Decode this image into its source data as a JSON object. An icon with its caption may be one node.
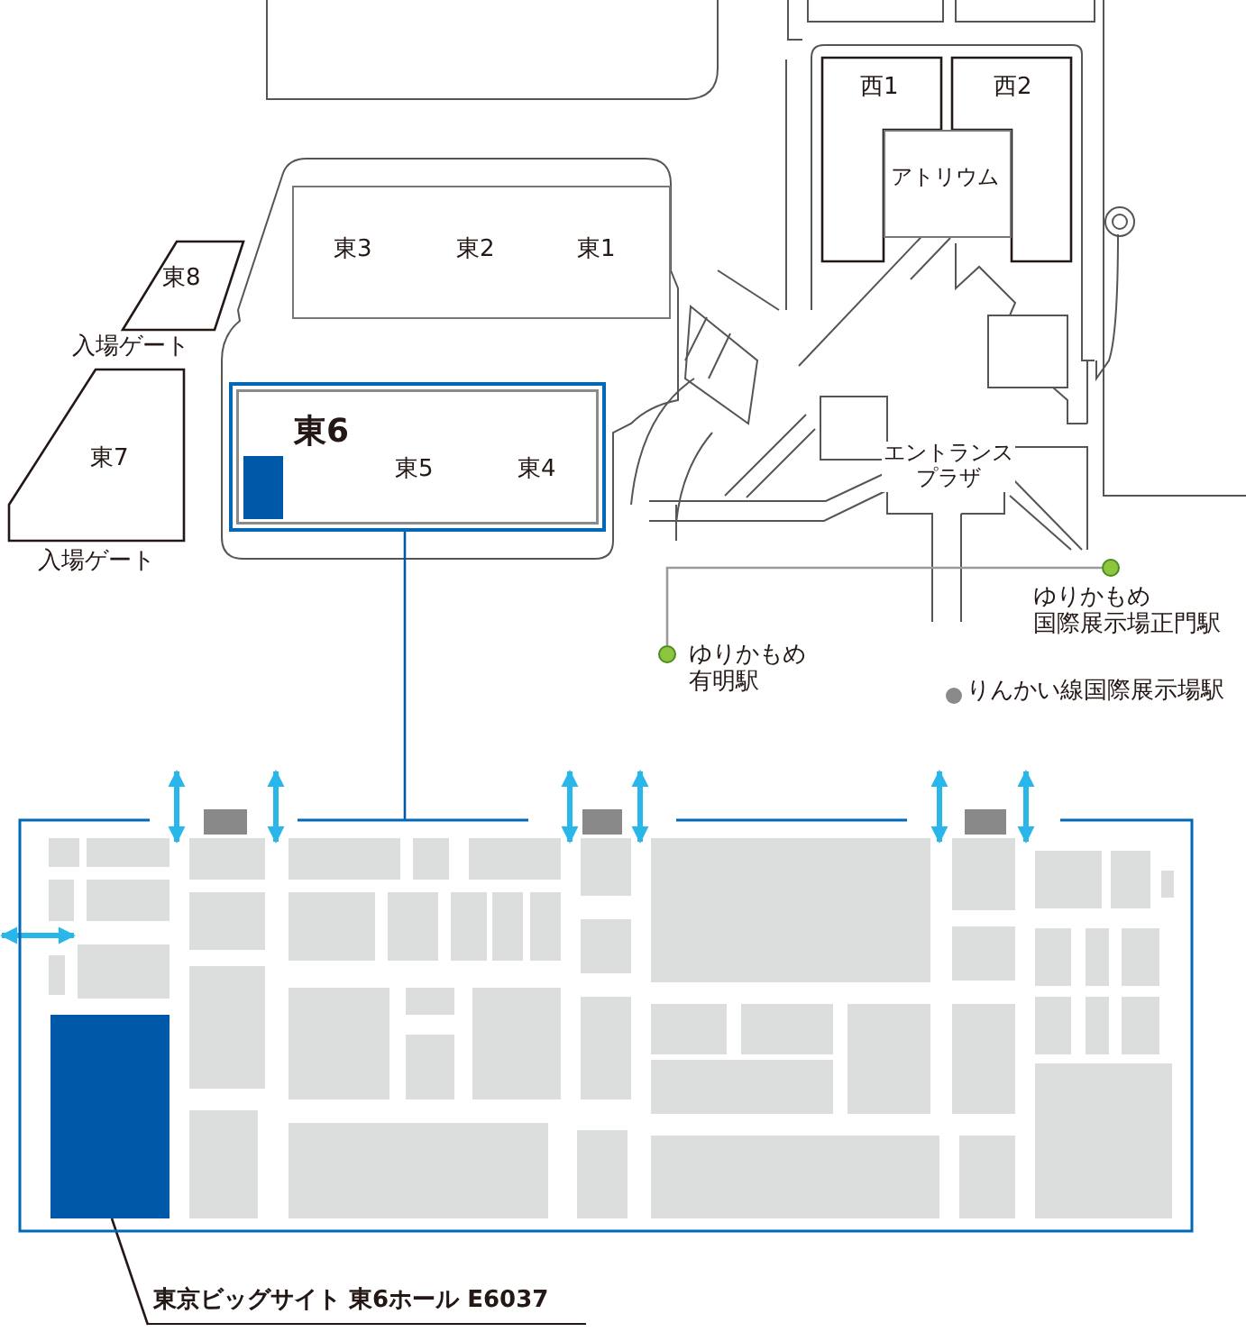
{
  "diagram": {
    "nodes": [
      {
        "text": [
          "東6",
          "東5",
          "東4"
        ]
      },
      {
        "text": [],
        "shape": "box",
        "in": 0
      },
      {
        "text": [
          "東3",
          "東2",
          "東1"
        ]
      },
      {
        "text": [
          "東8"
        ],
        "beside": [
          "入場ゲート"
        ]
      },
      {
        "text": [
          "東7"
        ],
        "beside": [
          "入場ゲート"
        ]
      },
      {
        "text": [
          "西1"
        ]
      },
      {
        "text": [
          "西2"
        ]
      },
      {
        "text": [
          "アトリウム"
        ]
      },
      {
        "text": [],
        "shape": "box"
      },
      {
        "text": [],
        "shape": "box",
        "in": 8
      },
      {
        "text": [
          "東京ビッグサイト 東6ホール E6037"
        ]
      },
      {
        "text": [],
        "shape": "circle",
        "beside": [
          "ゆりかもめ有明駅"
        ]
      },
      {
        "text": [],
        "shape": "circle",
        "beside": [
          "ゆりかもめ国際展示場正門駅"
        ]
      }
    ],
    "edges": [
      {
        "from": 0,
        "to": 8,
        "arrow": "none",
        "color": "#0059a8"
      },
      {
        "from": 11,
        "to": 12,
        "arrow": "none",
        "color": "#9a9a9a"
      },
      {
        "from": 10,
        "to": 9,
        "arrow": "none",
        "color": "#231815"
      }
    ],
    "labels": [
      "エントランスプラザ",
      "りんかい線国際展示場駅"
    ]
  }
}
